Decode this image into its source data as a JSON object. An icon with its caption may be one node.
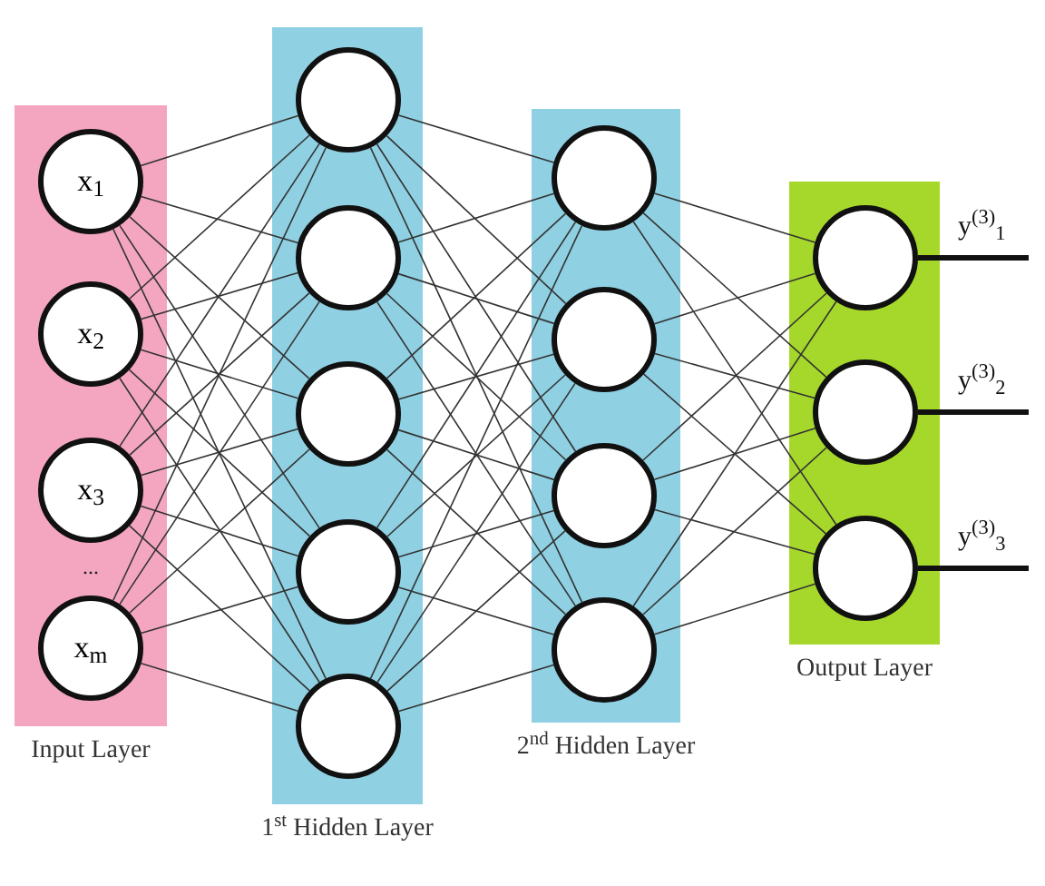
{
  "diagram": {
    "nodes": [
      {
        "text": [
          "Input Layer"
        ]
      },
      {
        "text": [
          "x$_{1}$"
        ],
        "in": 0
      },
      {
        "text": [
          "x$_{2}$"
        ],
        "in": 0
      },
      {
        "text": [
          "x$_{3}$"
        ],
        "in": 0
      },
      {
        "text": [
          "x$_{m}$"
        ],
        "in": 0
      },
      {
        "text": [
          "1$^{st}$ Hidden Layer"
        ]
      },
      {
        "text": [],
        "shape": "circle",
        "in": 5
      },
      {
        "text": [],
        "shape": "circle",
        "in": 5
      },
      {
        "text": [],
        "shape": "circle",
        "in": 5
      },
      {
        "text": [],
        "shape": "circle",
        "in": 5
      },
      {
        "text": [],
        "shape": "circle",
        "in": 5
      },
      {
        "text": [
          "2$^{nd}$ Hidden Layer"
        ]
      },
      {
        "text": [],
        "shape": "circle",
        "in": 11
      },
      {
        "text": [],
        "shape": "circle",
        "in": 11
      },
      {
        "text": [],
        "shape": "circle",
        "in": 11
      },
      {
        "text": [],
        "shape": "circle",
        "in": 11
      },
      {
        "text": [
          "Output Layer"
        ]
      },
      {
        "text": [],
        "shape": "circle",
        "in": 16
      },
      {
        "text": [],
        "shape": "circle",
        "in": 16
      },
      {
        "text": [],
        "shape": "circle",
        "in": 16
      }
    ],
    "edges": [
      {
        "from": 1,
        "to": 6,
        "arrow": "none"
      },
      {
        "from": 1,
        "to": 7,
        "arrow": "none"
      },
      {
        "from": 1,
        "to": 8,
        "arrow": "none"
      },
      {
        "from": 1,
        "to": 9,
        "arrow": "none"
      },
      {
        "from": 1,
        "to": 10,
        "arrow": "none"
      },
      {
        "from": 2,
        "to": 6,
        "arrow": "none"
      },
      {
        "from": 2,
        "to": 7,
        "arrow": "none"
      },
      {
        "from": 2,
        "to": 8,
        "arrow": "none"
      },
      {
        "from": 2,
        "to": 9,
        "arrow": "none"
      },
      {
        "from": 2,
        "to": 10,
        "arrow": "none"
      },
      {
        "from": 3,
        "to": 6,
        "arrow": "none"
      },
      {
        "from": 3,
        "to": 7,
        "arrow": "none"
      },
      {
        "from": 3,
        "to": 8,
        "arrow": "none"
      },
      {
        "from": 3,
        "to": 9,
        "arrow": "none"
      },
      {
        "from": 3,
        "to": 10,
        "arrow": "none"
      },
      {
        "from": 4,
        "to": 6,
        "arrow": "none"
      },
      {
        "from": 4,
        "to": 7,
        "arrow": "none"
      },
      {
        "from": 4,
        "to": 8,
        "arrow": "none"
      },
      {
        "from": 4,
        "to": 9,
        "arrow": "none"
      },
      {
        "from": 4,
        "to": 10,
        "arrow": "none"
      },
      {
        "from": 6,
        "to": 12,
        "arrow": "none"
      },
      {
        "from": 6,
        "to": 13,
        "arrow": "none"
      },
      {
        "from": 6,
        "to": 14,
        "arrow": "none"
      },
      {
        "from": 6,
        "to": 15,
        "arrow": "none"
      },
      {
        "from": 7,
        "to": 12,
        "arrow": "none"
      },
      {
        "from": 7,
        "to": 13,
        "arrow": "none"
      },
      {
        "from": 7,
        "to": 14,
        "arrow": "none"
      },
      {
        "from": 7,
        "to": 15,
        "arrow": "none"
      },
      {
        "from": 8,
        "to": 12,
        "arrow": "none"
      },
      {
        "from": 8,
        "to": 13,
        "arrow": "none"
      },
      {
        "from": 8,
        "to": 14,
        "arrow": "none"
      },
      {
        "from": 8,
        "to": 15,
        "arrow": "none"
      },
      {
        "from": 9,
        "to": 12,
        "arrow": "none"
      },
      {
        "from": 9,
        "to": 13,
        "arrow": "none"
      },
      {
        "from": 9,
        "to": 14,
        "arrow": "none"
      },
      {
        "from": 9,
        "to": 15,
        "arrow": "none"
      },
      {
        "from": 10,
        "to": 12,
        "arrow": "none"
      },
      {
        "from": 10,
        "to": 13,
        "arrow": "none"
      },
      {
        "from": 10,
        "to": 14,
        "arrow": "none"
      },
      {
        "from": 10,
        "to": 15,
        "arrow": "none"
      },
      {
        "from": 12,
        "to": 17,
        "arrow": "none"
      },
      {
        "from": 12,
        "to": 18,
        "arrow": "none"
      },
      {
        "from": 12,
        "to": 19,
        "arrow": "none"
      },
      {
        "from": 13,
        "to": 17,
        "arrow": "none"
      },
      {
        "from": 13,
        "to": 18,
        "arrow": "none"
      },
      {
        "from": 13,
        "to": 19,
        "arrow": "none"
      },
      {
        "from": 14,
        "to": 17,
        "arrow": "none"
      },
      {
        "from": 14,
        "to": 18,
        "arrow": "none"
      },
      {
        "from": 14,
        "to": 19,
        "arrow": "none"
      },
      {
        "from": 15,
        "to": 17,
        "arrow": "none"
      },
      {
        "from": 15,
        "to": 18,
        "arrow": "none"
      },
      {
        "from": 15,
        "to": 19,
        "arrow": "none"
      },
      {
        "from": 17,
        "to": null,
        "arrow": "none",
        "label": "y$^{(3)}$$_{1}$",
        "style": "thick"
      },
      {
        "from": 18,
        "to": null,
        "arrow": "none",
        "label": "y$^{(3)}$$_{2}$",
        "style": "thick"
      },
      {
        "from": 19,
        "to": null,
        "arrow": "none",
        "label": "y$^{(3)}$$_{3}$",
        "style": "thick"
      }
    ],
    "labels": [
      "..."
    ]
  }
}
